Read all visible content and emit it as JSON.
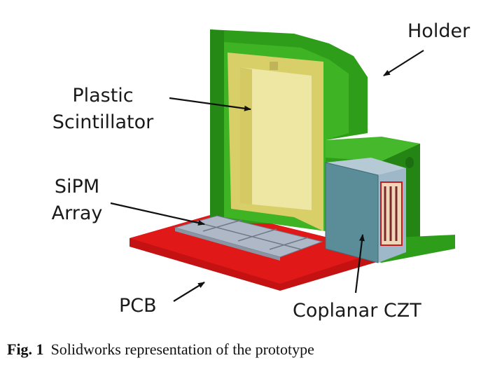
{
  "labels": {
    "holder": "Holder",
    "plastic_line1": "Plastic",
    "plastic_line2": "Scintillator",
    "sipm_line1": "SiPM",
    "sipm_line2": "Array",
    "pcb": "PCB",
    "czt": "Coplanar CZT"
  },
  "caption": {
    "number": "Fig. 1",
    "text": "Solidworks representation of the prototype"
  },
  "colors": {
    "holder": "#2e9e1a",
    "scintillator": "#e8e08a",
    "pcb": "#e01818",
    "sipm": "#b9c2cf",
    "czt": "#5b8d98"
  }
}
